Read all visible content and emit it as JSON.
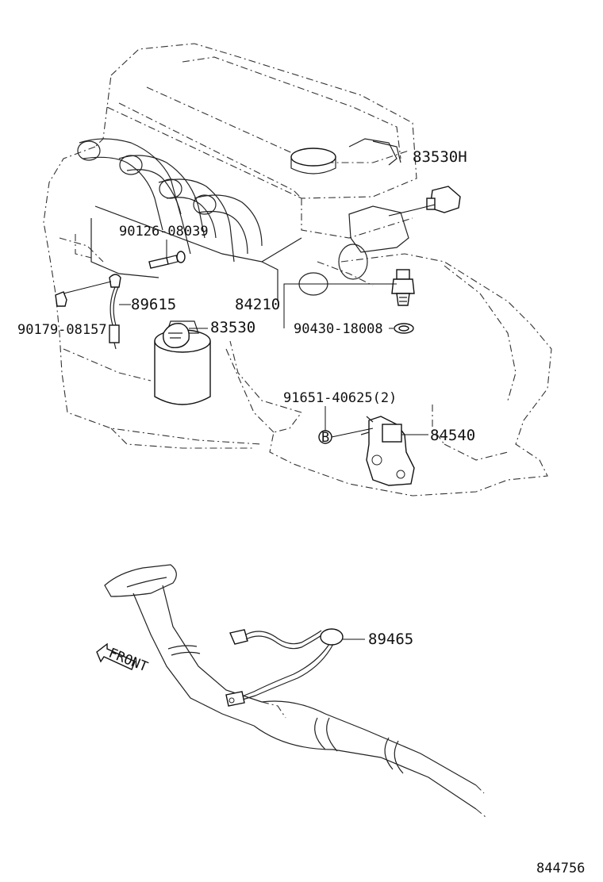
{
  "parts": {
    "p83530H": "83530H",
    "p90126": "90126-08039",
    "p89615": "89615",
    "p84210": "84210",
    "p90179": "90179-08157",
    "p83530": "83530",
    "p90430": "90430-18008",
    "p91651": "91651-40625(2)",
    "p84540": "84540",
    "p89465": "89465"
  },
  "front_arrow": "FRONT",
  "fastener_mark": "B",
  "diagram_number": "844756"
}
